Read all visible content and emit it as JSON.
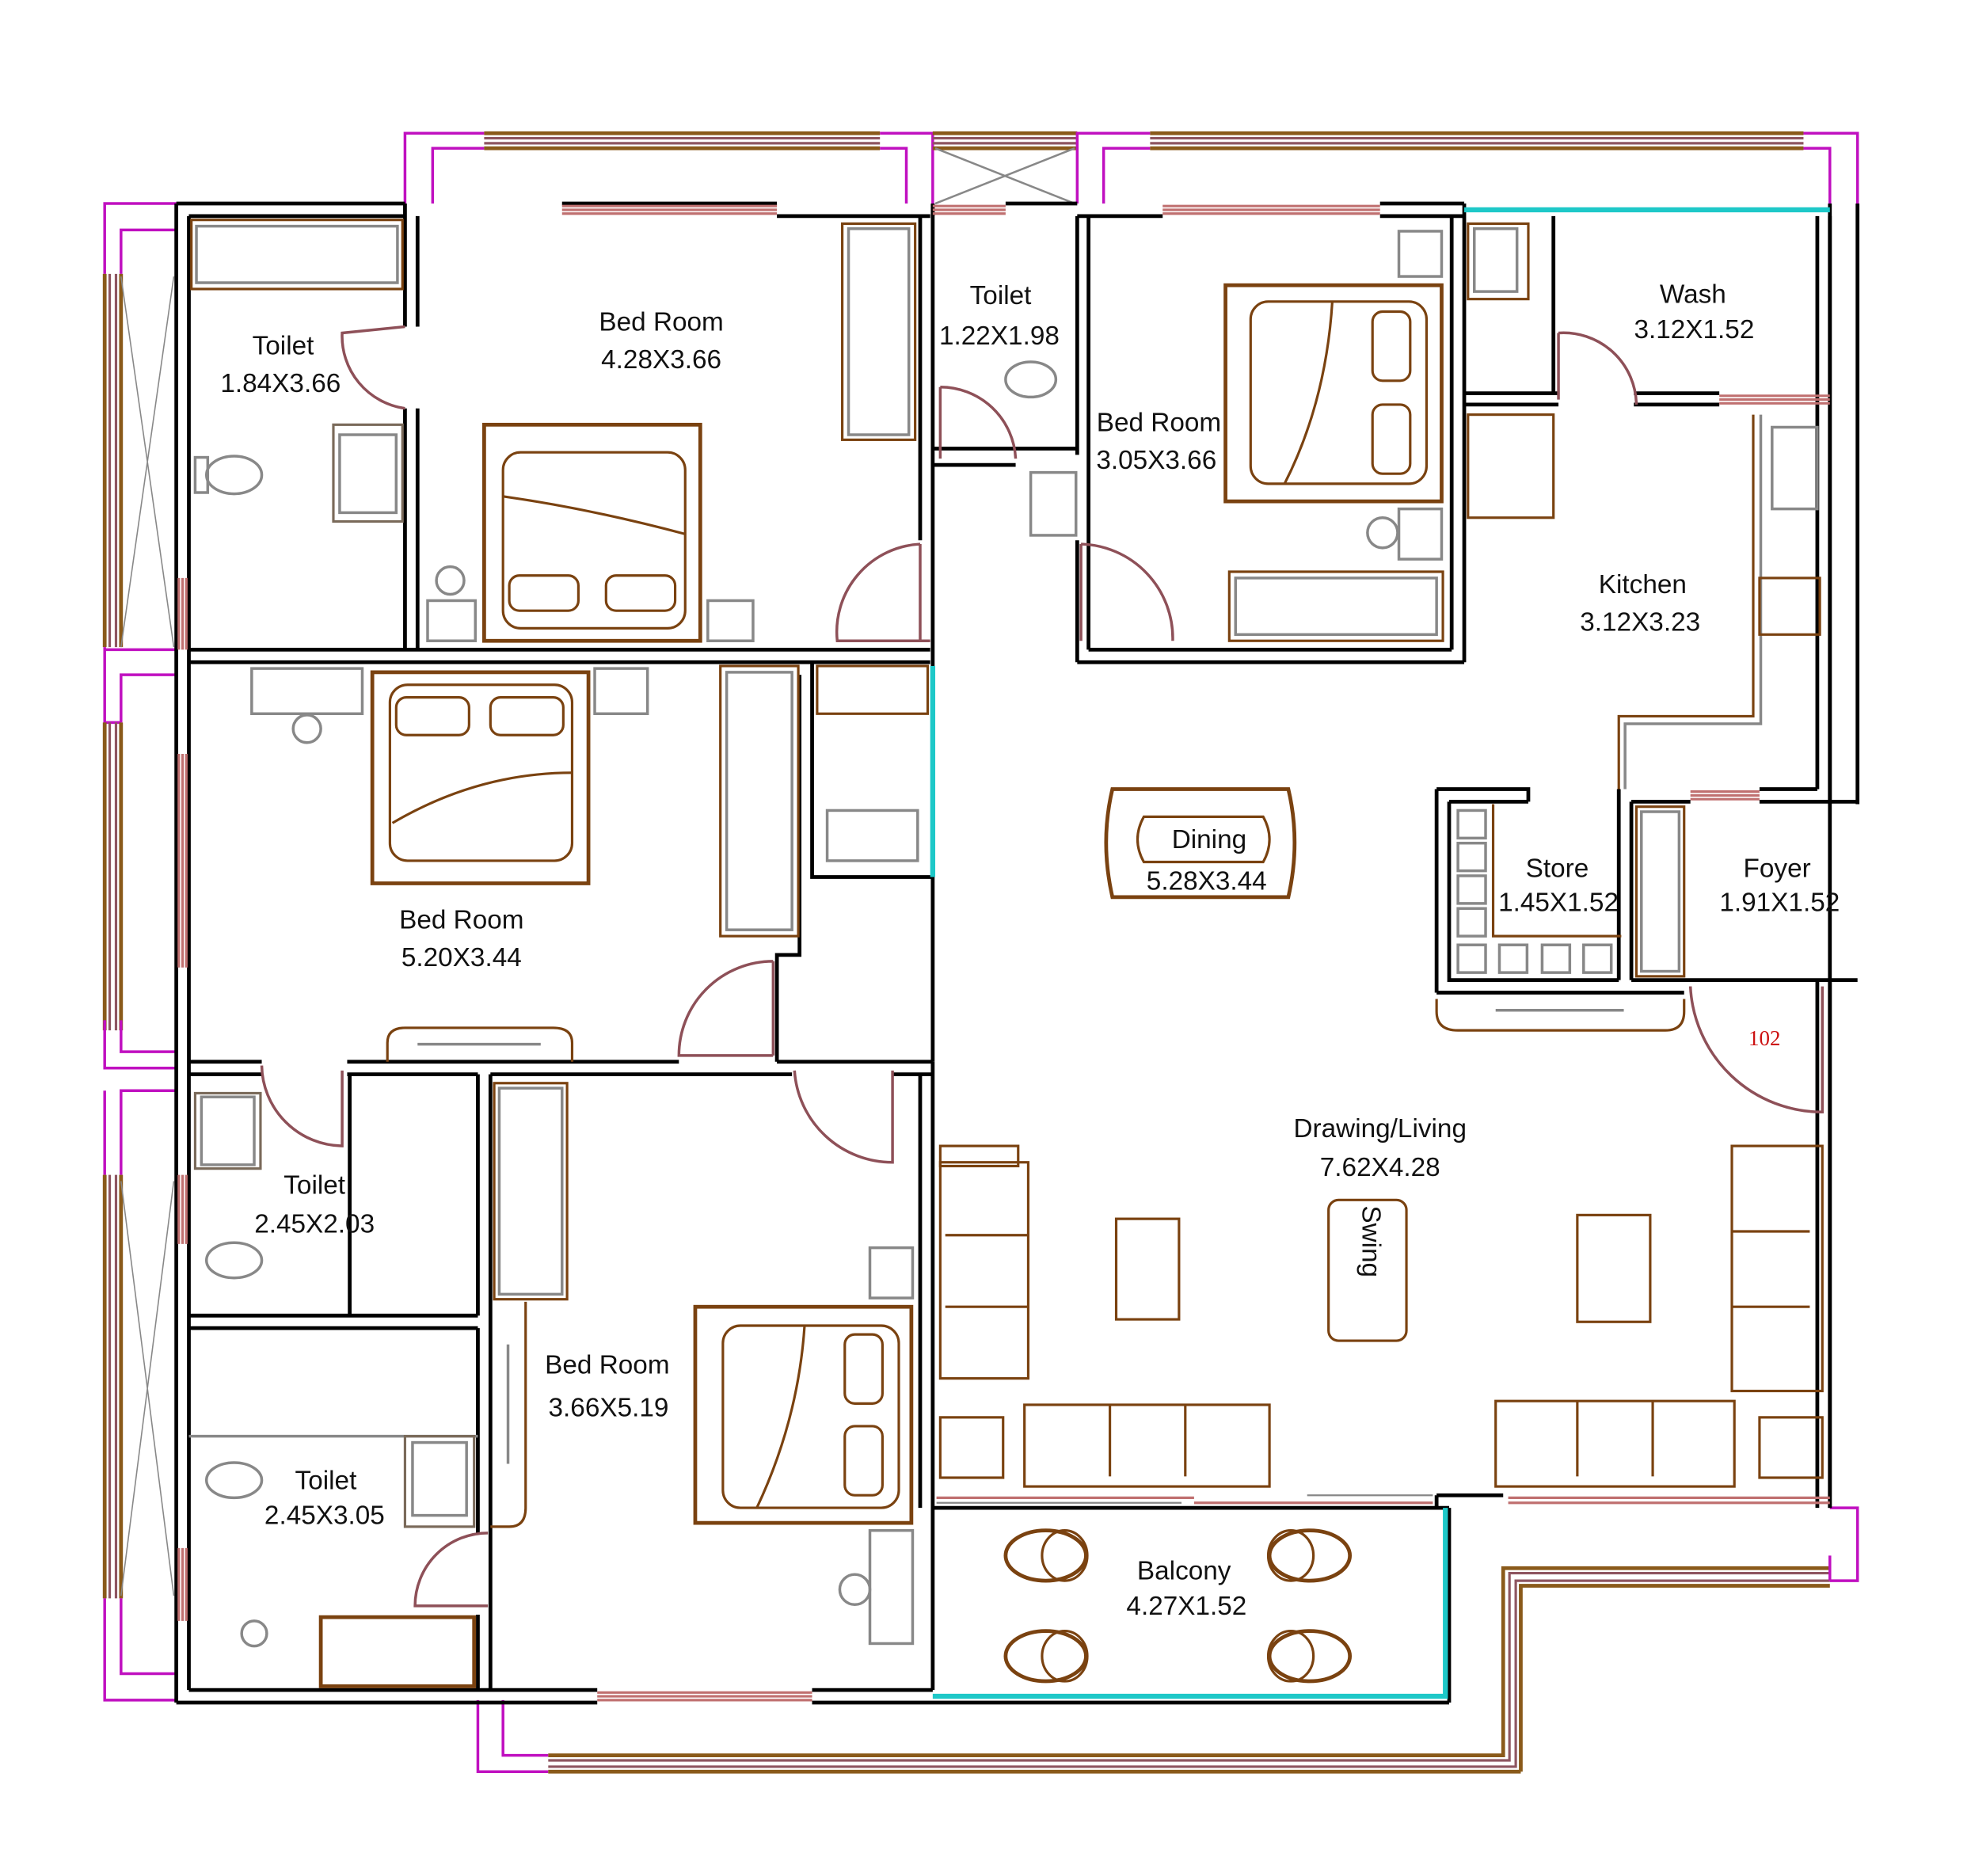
{
  "plan": {
    "unit_number": "102",
    "rooms": [
      {
        "id": "toilet_1",
        "name": "Toilet",
        "size": "1.84X3.66"
      },
      {
        "id": "bedroom_1",
        "name": "Bed Room",
        "size": "4.28X3.66"
      },
      {
        "id": "toilet_2",
        "name": "Toilet",
        "size": "1.22X1.98"
      },
      {
        "id": "bedroom_2",
        "name": "Bed Room",
        "size": "3.05X3.66"
      },
      {
        "id": "wash",
        "name": "Wash",
        "size": "3.12X1.52"
      },
      {
        "id": "kitchen",
        "name": "Kitchen",
        "size": "3.12X3.23"
      },
      {
        "id": "bedroom_3",
        "name": "Bed Room",
        "size": "5.20X3.44"
      },
      {
        "id": "dining",
        "name": "Dining",
        "size": "5.28X3.44"
      },
      {
        "id": "store",
        "name": "Store",
        "size": "1.45X1.52"
      },
      {
        "id": "foyer",
        "name": "Foyer",
        "size": "1.91X1.52"
      },
      {
        "id": "toilet_3",
        "name": "Toilet",
        "size": "2.45X2.03"
      },
      {
        "id": "drawing_living",
        "name": "Drawing/Living",
        "size": "7.62X4.28"
      },
      {
        "id": "bedroom_4",
        "name": "Bed Room",
        "size": "3.66X5.19"
      },
      {
        "id": "toilet_4",
        "name": "Toilet",
        "size": "2.45X3.05"
      },
      {
        "id": "balcony",
        "name": "Balcony",
        "size": "4.27X1.52"
      }
    ],
    "furniture_labels": {
      "swing": "Swing"
    },
    "colors": {
      "walls": "#000000",
      "furniture": "#7a4210",
      "fixtures": "#888888",
      "windows": "#c07070",
      "doors": "#8e5058",
      "outer_parapet": "#c010c0",
      "glazing": "#1ec8c8",
      "unit_number": "#cc1111"
    }
  }
}
